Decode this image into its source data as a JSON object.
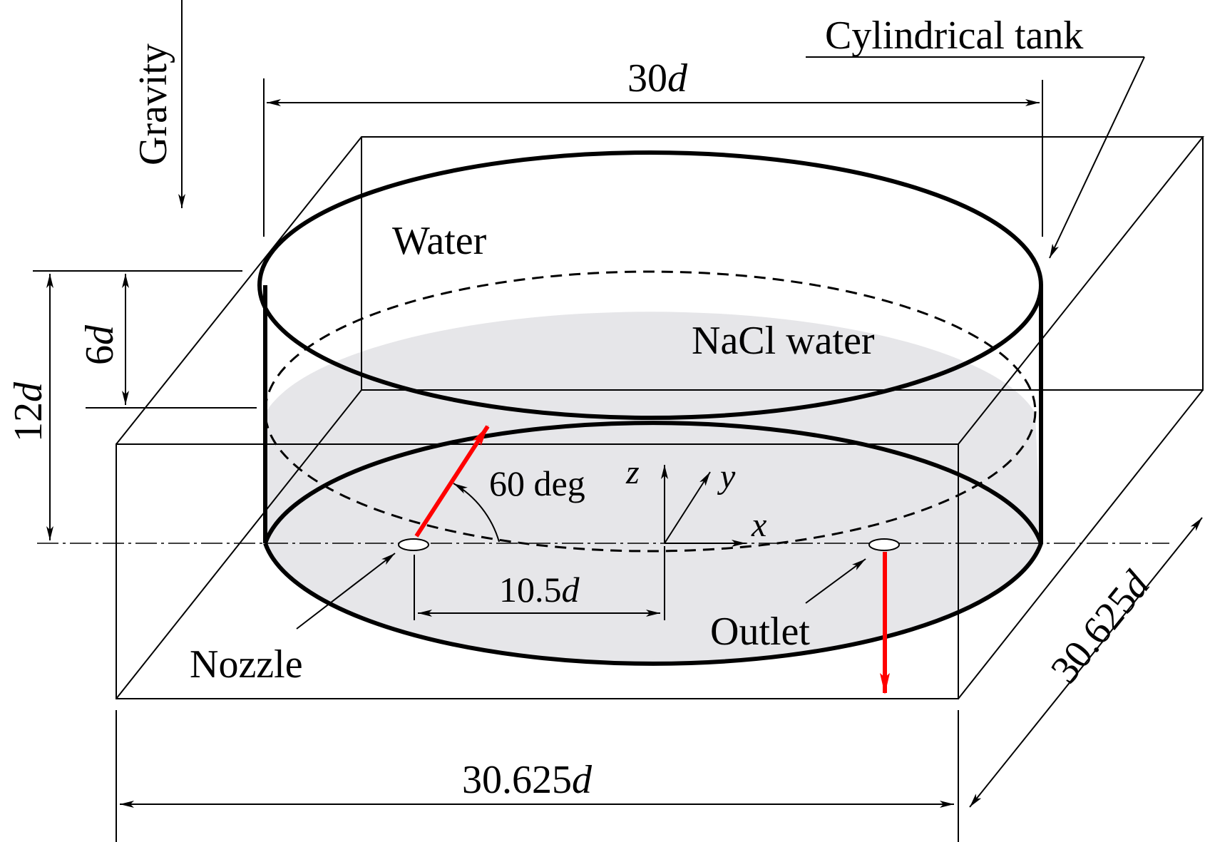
{
  "labels": {
    "gravity": "Gravity",
    "tank": "Cylindrical tank",
    "water": "Water",
    "nacl": "NaCl water",
    "angle": "60 deg",
    "nozzle": "Nozzle",
    "outlet": "Outlet"
  },
  "axes": {
    "x": "x",
    "y": "y",
    "z": "z"
  },
  "dimensions": {
    "tank_diameter": {
      "num": "30",
      "unit": "d"
    },
    "total_height": {
      "num": "12",
      "unit": "d"
    },
    "nacl_height": {
      "num": "6",
      "unit": "d"
    },
    "nozzle_offset": {
      "num": "10.5",
      "unit": "d"
    },
    "box_width": {
      "num": "30.625",
      "unit": "d"
    },
    "box_depth": {
      "num": "30.625",
      "unit": "d"
    }
  },
  "colors": {
    "line": "#000000",
    "fluid_fill": "#e6e6e9",
    "jet_arrow": "#ff0000"
  }
}
